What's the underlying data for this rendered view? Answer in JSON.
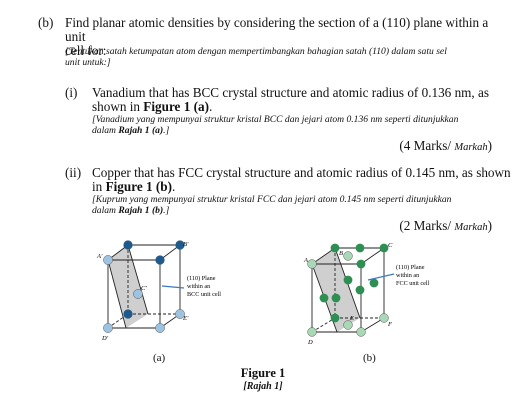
{
  "part_b": {
    "label": "(b)",
    "line1": "Find planar atomic densities by considering the section of a (110) plane within a unit",
    "line2": "cell for:",
    "trans1": "[Tentukan satah ketumpatan atom dengan mempertimbangkan bahagian satah (110) dalam satu sel",
    "trans2": "unit untuk:]"
  },
  "item_i": {
    "label": "(i)",
    "line1": "Vanadium that has BCC crystal structure and atomic radius of 0.136 nm, as",
    "line2_pre": "shown in ",
    "line2_bold": "Figure 1 (a)",
    "line2_post": ".",
    "trans1": "[Vanadium yang mempunyai struktur kristal BCC dan jejari atom 0.136 nm seperti ditunjukkan",
    "trans2_pre": "dalam ",
    "trans2_bold": "Rajah 1 (a)",
    "trans2_post": ".]",
    "marks": "(4 Marks/",
    "marks_it": "Markah",
    "marks_end": ")"
  },
  "item_ii": {
    "label": "(ii)",
    "line1": "Copper that has FCC crystal structure and atomic radius of 0.145 nm, as shown",
    "line2_pre": "in ",
    "line2_bold": "Figure 1 (b)",
    "line2_post": ".",
    "trans1": "[Kuprum yang mempunyai struktur kristal FCC dan jejari atom 0.145 nm seperti ditunjukkan",
    "trans2_pre": "dalam ",
    "trans2_bold": "Rajah 1 (b)",
    "trans2_post": ".]",
    "marks": "(2 Marks/",
    "marks_it": "Markah",
    "marks_end": ")"
  },
  "figure_a": {
    "note1": "(110) Plane",
    "note2": "within an",
    "note3": "BCC unit cell",
    "label_a": "A'",
    "label_b": "B'",
    "label_c": "C'",
    "label_d": "D'",
    "label_e": "E'",
    "caption": "(a)"
  },
  "figure_b": {
    "note1": "(110) Plane",
    "note2": "within an",
    "note3": "FCC unit cell",
    "label_a": "A",
    "label_b": "B",
    "label_c": "C",
    "label_d": "D",
    "label_e": "E",
    "label_f": "F",
    "caption": "(b)"
  },
  "figure": {
    "title": "Figure 1",
    "title_ms": "[Rajah 1]"
  },
  "colors": {
    "atom_dark": "#1f5a8a",
    "atom_light": "#9ec3e0",
    "atom_green": "#2e8f52",
    "atom_light_green": "#a9d8b6",
    "plane": "#c8c8c8"
  }
}
